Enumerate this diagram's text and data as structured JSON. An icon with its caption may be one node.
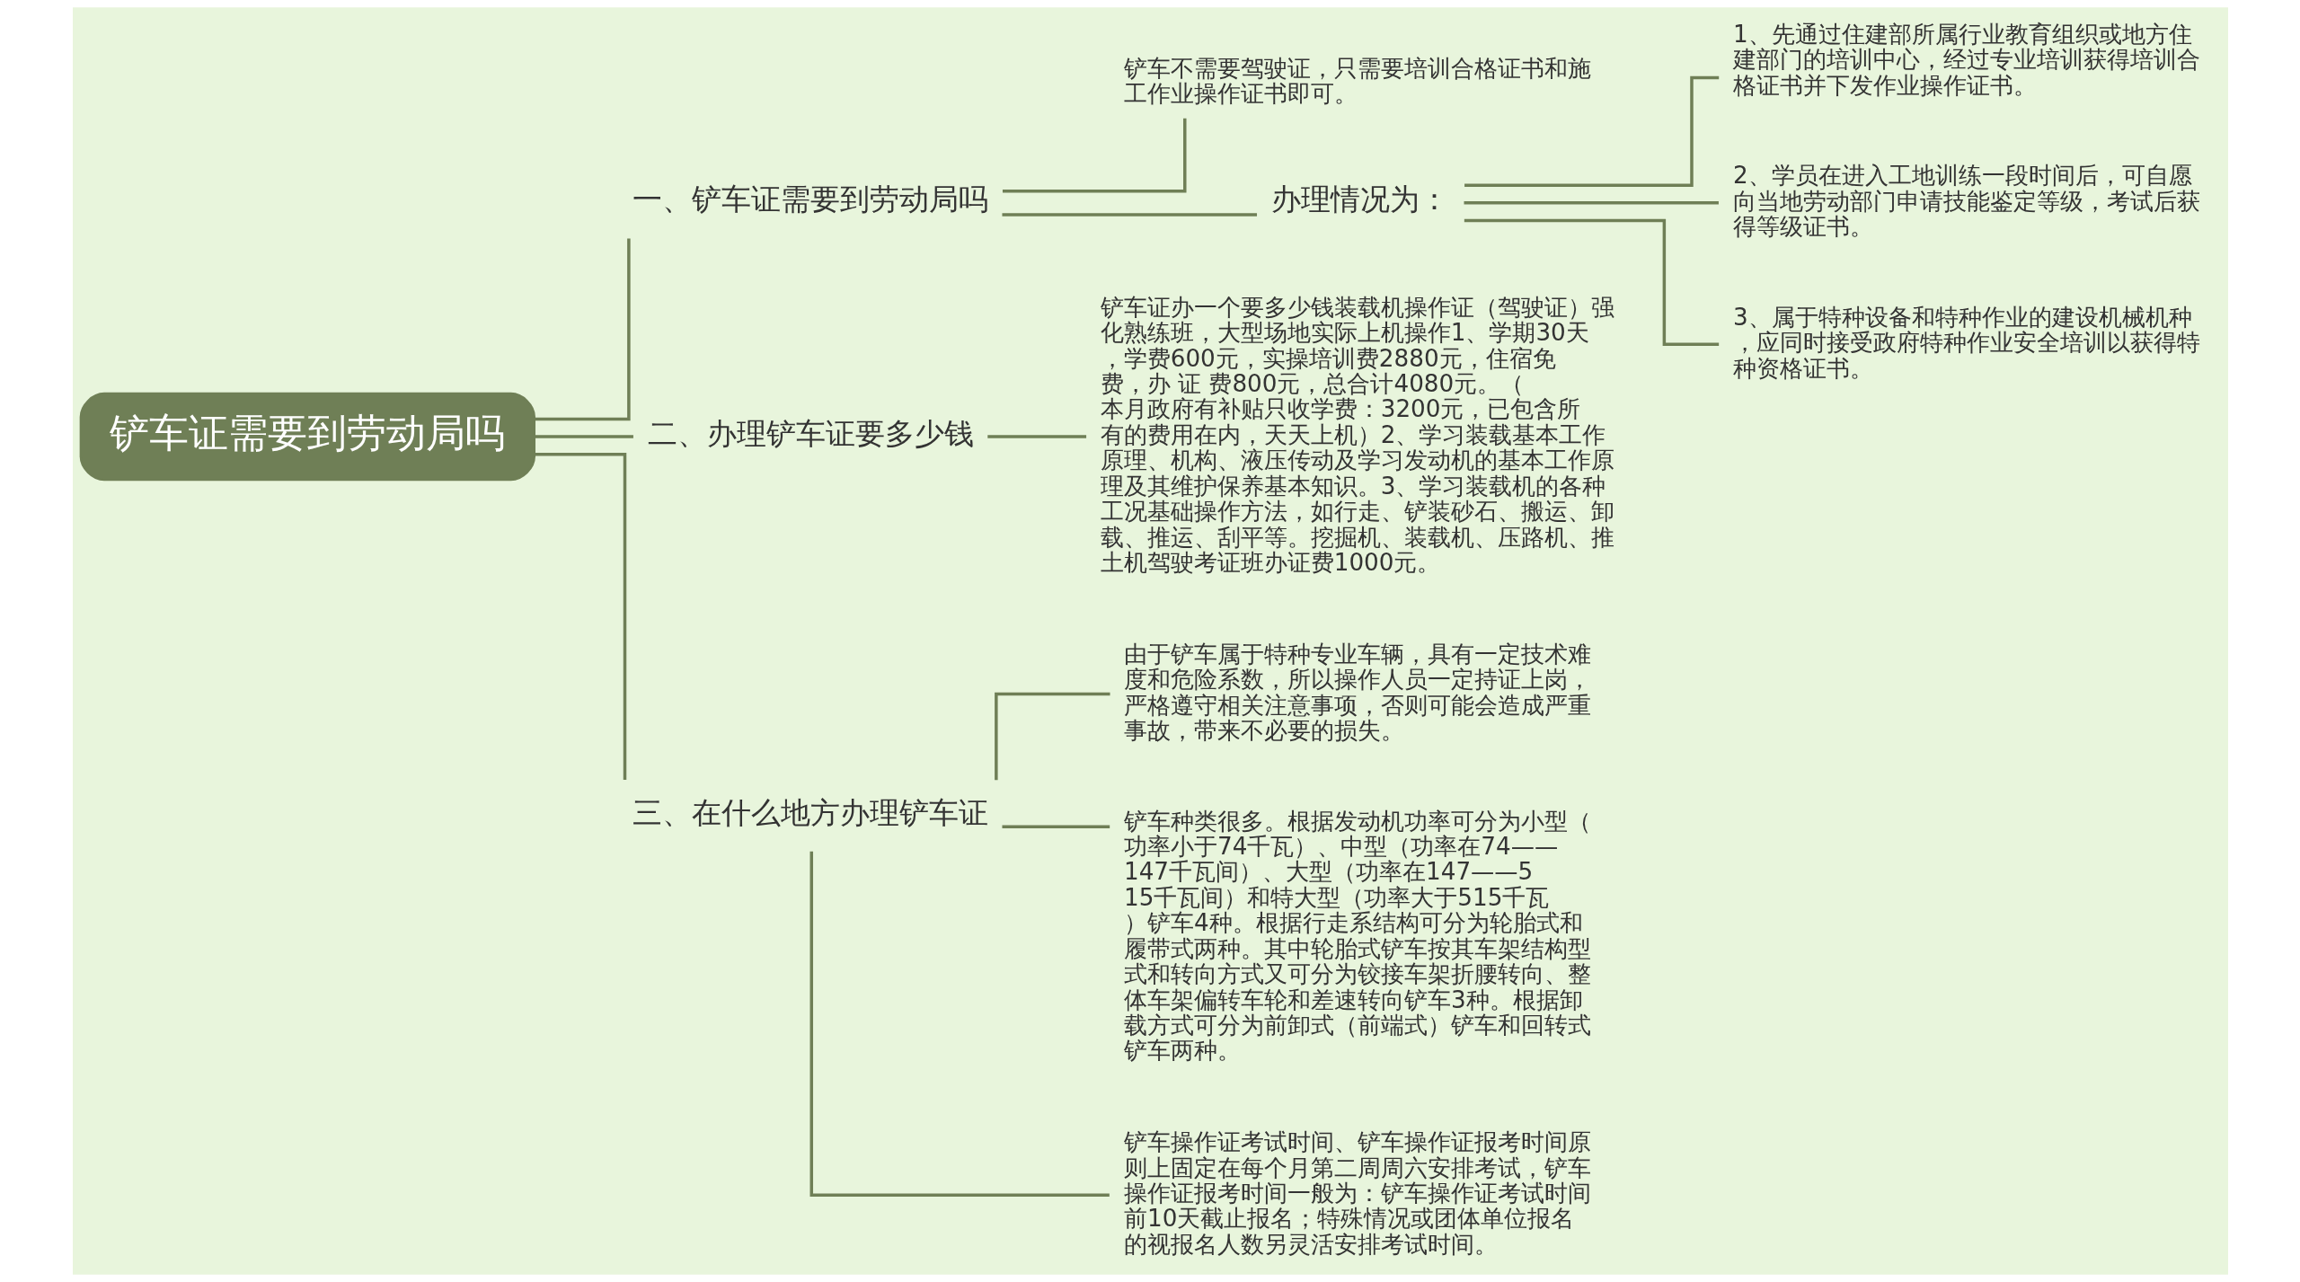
{
  "diagram": {
    "nodes": [
      {
        "text": [
          "铲车证需要到劳动局吗"
        ]
      },
      {
        "text": [
          "一、铲车证需要到劳动局吗"
        ]
      },
      {
        "text": [
          "铲车不需要驾驶证，只需要培训合格证书和施工作业操作证书即可。"
        ]
      },
      {
        "text": [
          "办理情况为："
        ]
      },
      {
        "text": [
          "1、先通过住建部所属行业教育组织或地方住建部门的培训中心，经过专业培训获得培训合格证书并下发作业操作证书。"
        ]
      },
      {
        "text": [
          "2、学员在进入工地训练一段时间后，可自愿向当地劳动部门申请技能鉴定等级，考试后获得等级证书。"
        ]
      },
      {
        "text": [
          "3、属于特种设备和特种作业的建设机械机种，应同时接受政府特种作业安全培训以获得特种资格证书。"
        ]
      },
      {
        "text": [
          "二、办理铲车证要多少钱"
        ]
      },
      {
        "text": [
          "铲车证办一个要多少钱装载机操作证（驾驶证）强化熟练班，大型场地实际上机操作1、学期30天，学费600元，实操培训费2880元，住宿免费，办 证 费800元，总合计4080元。（本月政府有补贴只收学费：3200元，已包含所有的费用在内，天天上机）2、学习装载基本工作原理、机构、液压传动及学习发动机的基本工作原理及其维护保养基本知识。3、学习装载机的各种工况基础操作方法，如行走、铲装砂石、搬运、卸载、推运、刮平等。挖掘机、装载机、压路机、推土机驾驶考证班办证费1000元。"
        ]
      },
      {
        "text": [
          "三、在什么地方办理铲车证"
        ]
      },
      {
        "text": [
          "由于铲车属于特种专业车辆，具有一定技术难度和危险系数，所以操作人员一定持证上岗，严格遵守相关注意事项，否则可能会造成严重事故，带来不必要的损失。"
        ]
      },
      {
        "text": [
          "铲车种类很多。根据发动机功率可分为小型（功率小于74千瓦）、中型（功率在74——147千瓦间）、大型（功率在147——515千瓦间）和特大型（功率大于515千瓦）铲车4种。根据行走系结构可分为轮胎式和履带式两种。其中轮胎式铲车按其车架结构型式和转向方式又可分为铰接车架折腰转向、整体车架偏转车轮和差速转向铲车3种。根据卸载方式可分为前卸式（前端式）铲车和回转式铲车两种。"
        ]
      },
      {
        "text": [
          "铲车操作证考试时间、铲车操作证报考时间原则上固定在每个月第二周周六安排考试，铲车操作证报考时间一般为：铲车操作证考试时间前10天截止报名；特殊情况或团体单位报名的视报名人数另灵活安排考试时间。"
        ]
      }
    ],
    "edges": [
      {
        "from": 0,
        "to": 1,
        "arrow": "none"
      },
      {
        "from": 1,
        "to": 2,
        "arrow": "none"
      },
      {
        "from": 1,
        "to": 3,
        "arrow": "none"
      },
      {
        "from": 3,
        "to": 4,
        "arrow": "none"
      },
      {
        "from": 3,
        "to": 5,
        "arrow": "none"
      },
      {
        "from": 3,
        "to": 6,
        "arrow": "none"
      },
      {
        "from": 0,
        "to": 7,
        "arrow": "none"
      },
      {
        "from": 7,
        "to": 8,
        "arrow": "none"
      },
      {
        "from": 0,
        "to": 9,
        "arrow": "none"
      },
      {
        "from": 9,
        "to": 10,
        "arrow": "none"
      },
      {
        "from": 9,
        "to": 11,
        "arrow": "none"
      },
      {
        "from": 9,
        "to": 12,
        "arrow": "none"
      }
    ]
  }
}
